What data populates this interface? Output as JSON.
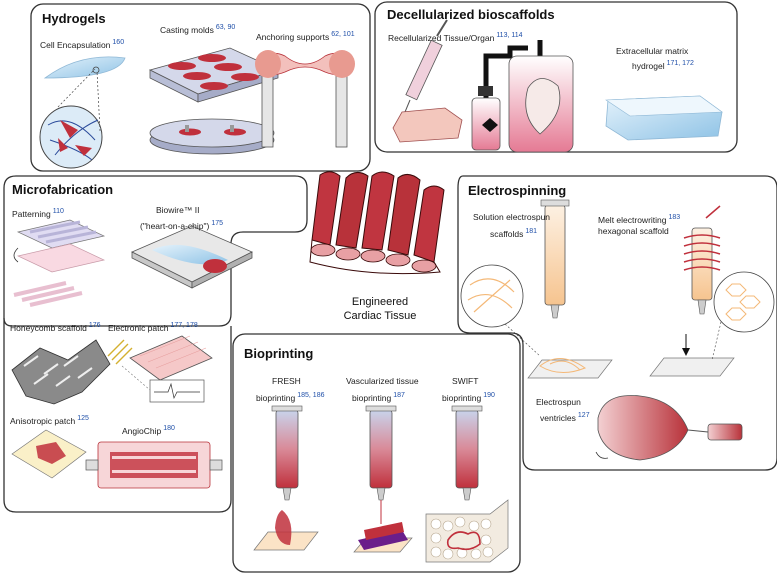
{
  "sections": {
    "hydrogels": {
      "title": "Hydrogels",
      "cell_encapsulation": {
        "label": "Cell Encapsulation",
        "ref": "160"
      },
      "casting_molds": {
        "label": "Casting molds",
        "ref": "63, 90"
      },
      "anchoring_supports": {
        "label": "Anchoring supports",
        "ref": "62, 101"
      }
    },
    "decellularized": {
      "title": "Decellularized bioscaffolds",
      "recellularized": {
        "label": "Recellularized Tissue/Organ",
        "ref": "113, 114"
      },
      "ecm_hydrogel": {
        "label1": "Extracellular matrix",
        "label2": "hydrogel",
        "ref": "171, 172"
      }
    },
    "microfabrication": {
      "title": "Microfabrication",
      "patterning": {
        "label": "Patterning",
        "ref": "110"
      },
      "biowire": {
        "label1": "Biowire™ II",
        "label2": "(\"heart-on-a-chip\")",
        "ref": "175"
      },
      "honeycomb": {
        "label": "Honeycomb scaffold",
        "ref": "176"
      },
      "electronic_patch": {
        "label": "Electronic patch",
        "ref": "177, 178"
      },
      "anisotropic": {
        "label": "Anisotropic patch",
        "ref": "125"
      },
      "angiochip": {
        "label": "AngioChip",
        "ref": "180"
      }
    },
    "electrospinning": {
      "title": "Electrospinning",
      "solution": {
        "label1": "Solution electrospun",
        "label2": "scaffolds",
        "ref": "181"
      },
      "melt": {
        "label1": "Melt electrowriting",
        "label2": "hexagonal scaffold",
        "ref": "183"
      },
      "ventricles": {
        "label1": "Electrospun",
        "label2": "ventricles",
        "ref": "127"
      }
    },
    "bioprinting": {
      "title": "Bioprinting",
      "fresh": {
        "label1": "FRESH",
        "label2": "bioprinting",
        "ref": "185, 186"
      },
      "vascularized": {
        "label1": "Vascularized tissue",
        "label2": "bioprinting",
        "ref": "187"
      },
      "swift": {
        "label1": "SWIFT",
        "label2": "bioprinting",
        "ref": "190"
      }
    }
  },
  "center": {
    "line1": "Engineered",
    "line2": "Cardiac Tissue"
  },
  "colors": {
    "tissue": "#b8323a",
    "tissue_light": "#e8a0a4",
    "ink": "#1f4fa8",
    "box": "#333333"
  }
}
